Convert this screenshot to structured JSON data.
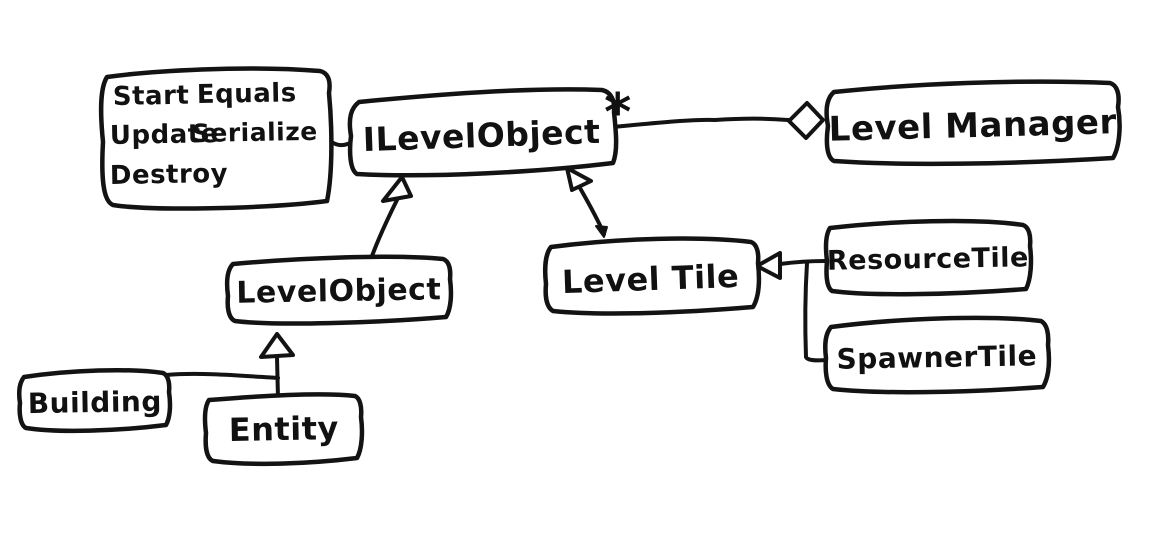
{
  "diagram": {
    "background_color": "#ffffff",
    "ink_color": "#131313",
    "note": {
      "column1": [
        "Start",
        "Update",
        "Destroy"
      ],
      "column2": [
        "Equals",
        "Serialize"
      ]
    },
    "nodes": {
      "ilevel_object": {
        "label": "ILevelObject"
      },
      "level_manager": {
        "label": "Level Manager"
      },
      "level_object": {
        "label": "LevelObject"
      },
      "level_tile": {
        "label": "Level Tile"
      },
      "resource_tile": {
        "label": "ResourceTile"
      },
      "spawner_tile": {
        "label": "SpawnerTile"
      },
      "building": {
        "label": "Building"
      },
      "entity": {
        "label": "Entity"
      }
    },
    "annotations": {
      "multiplicity": "*"
    },
    "edges": [
      {
        "from": "ILevelObject",
        "to": "Level Manager",
        "type": "aggregation",
        "marker": "hollow-diamond",
        "multiplicity": "*"
      },
      {
        "from": "LevelObject",
        "to": "ILevelObject",
        "type": "generalization",
        "marker": "hollow-triangle"
      },
      {
        "from": "Level Tile",
        "to": "ILevelObject",
        "type": "generalization",
        "marker": "hollow-triangle"
      },
      {
        "from": "ResourceTile",
        "to": "Level Tile",
        "type": "generalization",
        "marker": "hollow-triangle"
      },
      {
        "from": "SpawnerTile",
        "to": "Level Tile",
        "type": "generalization",
        "marker": "hollow-triangle"
      },
      {
        "from": "Building",
        "to": "LevelObject",
        "type": "generalization",
        "marker": "hollow-triangle"
      },
      {
        "from": "Entity",
        "to": "LevelObject",
        "type": "generalization",
        "marker": "hollow-triangle"
      },
      {
        "from": "method note",
        "to": "ILevelObject",
        "type": "attachment",
        "marker": "none"
      }
    ]
  }
}
